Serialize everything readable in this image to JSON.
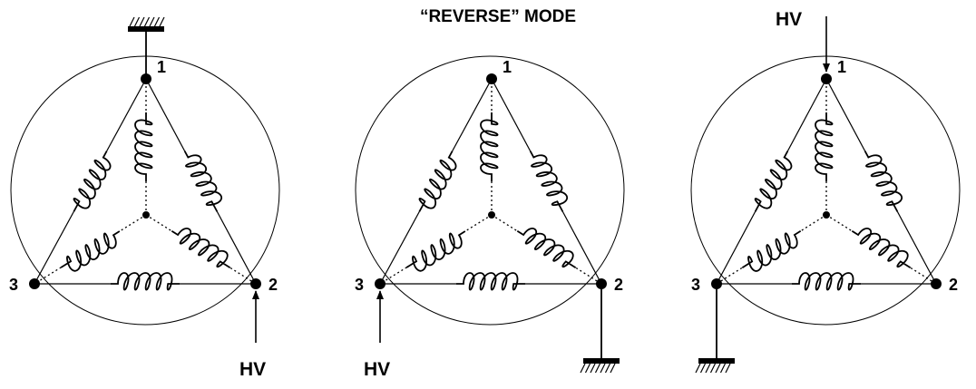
{
  "title": "“REVERSE” MODE",
  "colors": {
    "ink": "#000000",
    "background": "#ffffff"
  },
  "panels": [
    {
      "node_labels": [
        "1",
        "2",
        "3"
      ],
      "ground_node": "1",
      "hv_node": "2",
      "hv_label": "HV"
    },
    {
      "node_labels": [
        "1",
        "2",
        "3"
      ],
      "ground_node": "2",
      "hv_node": "3",
      "hv_label": "HV"
    },
    {
      "node_labels": [
        "1",
        "2",
        "3"
      ],
      "ground_node": "3",
      "hv_node": "1",
      "hv_label": "HV"
    }
  ]
}
